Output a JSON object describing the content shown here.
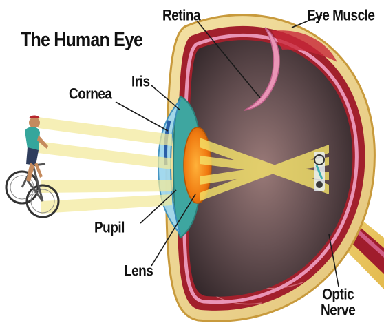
{
  "title": "The Human Eye",
  "labels": {
    "retina": "Retina",
    "eye_muscle": "Eye Muscle",
    "iris": "Iris",
    "cornea": "Cornea",
    "pupil": "Pupil",
    "lens": "Lens",
    "optic_line1": "Optic",
    "optic_line2": "Nerve"
  }
}
